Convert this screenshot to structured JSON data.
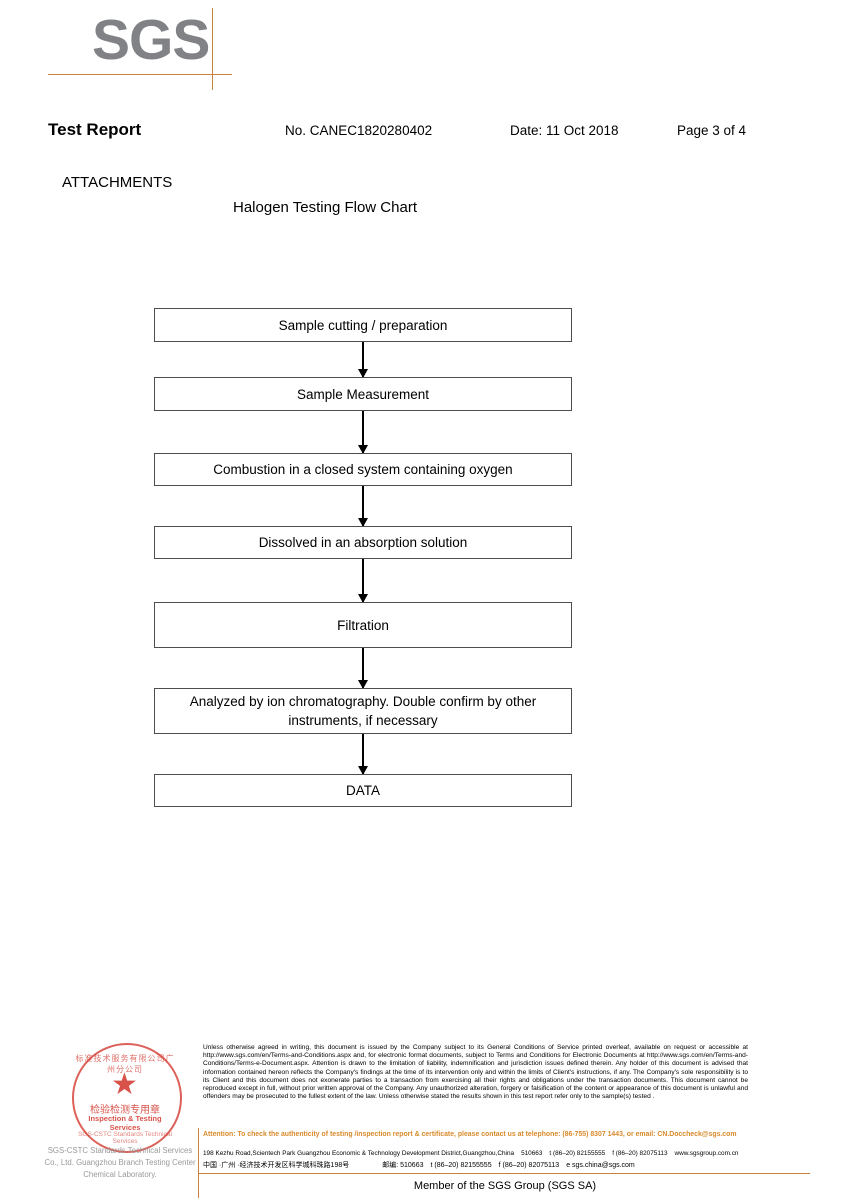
{
  "logo": {
    "text": "SGS"
  },
  "header": {
    "title": "Test Report",
    "report_no": "No. CANEC1820280402",
    "date": "Date: 11 Oct 2018",
    "page": "Page 3 of 4"
  },
  "section": {
    "attachments_label": "ATTACHMENTS",
    "flow_title": "Halogen Testing Flow Chart"
  },
  "flowchart": {
    "steps": [
      {
        "label": "Sample cutting / preparation"
      },
      {
        "label": "Sample Measurement"
      },
      {
        "label": "Combustion in a closed system containing oxygen"
      },
      {
        "label": "Dissolved in an absorption solution"
      },
      {
        "label": "Filtration"
      },
      {
        "label": "Analyzed by ion chromatography. Double confirm by other instruments, if necessary"
      },
      {
        "label": "DATA"
      }
    ]
  },
  "seal": {
    "arc_top": "标准技术服务有限公司广州分公司",
    "star": "★",
    "cn_text": "检验检测专用章",
    "en_text": "Inspection & Testing Services",
    "arc_bottom": "SGS-CSTC Standards Technical Services",
    "lab_name": "SGS-CSTC Standards Technical Services Co., Ltd. Guangzhou Branch Testing Center Chemical Laboratory.",
    "color": "#d2342a"
  },
  "footer": {
    "disclaimer": "Unless otherwise agreed in writing, this document is issued by the Company subject to its General Conditions of Service printed overleaf, available on request or accessible at http://www.sgs.com/en/Terms-and-Conditions.aspx and, for electronic format documents, subject to Terms and Conditions for Electronic Documents at http://www.sgs.com/en/Terms-and-Conditions/Terms-e-Document.aspx. Attention is drawn to the limitation of liability, indemnification and jurisdiction issues defined therein. Any holder of this document is advised that information contained hereon reflects the Company's findings at the time of its intervention only and within the limits of Client's instructions, if any. The Company's sole responsibility is to its Client and this document does not exonerate parties to a transaction from exercising all their rights and obligations under the transaction documents. This document cannot be reproduced except in full, without prior written approval of the Company. Any unauthorized alteration, forgery or falsification of the content or appearance of this document is unlawful and offenders may be prosecuted to the fullest extent of the law. Unless otherwise stated the results shown in this test report refer only to the sample(s) tested .",
    "attention": "Attention: To check the authenticity of testing /inspection report & certificate, please contact us at telephone: (86-755) 8307 1443, or email: CN.Doccheck@sgs.com",
    "attention_color": "#d98a2b",
    "address_en": "198 Kezhu Road,Scientech Park Guangzhou Economic & Technology Development District,Guangzhou,China",
    "postcode_en": "510663",
    "tel_en": "t (86–20) 82155555",
    "fax_en": "f (86–20) 82075113",
    "web_en": "www.sgsgroup.com.cn",
    "address_cn": "中国 ·广州 ·经济技术开发区科学城科珠路198号",
    "postcode_cn": "邮编: 510663",
    "tel_cn": "t (86–20) 82155555",
    "fax_cn": "f (86–20) 82075113",
    "email_cn": "e sgs.china@sgs.com",
    "member": "Member of the SGS Group (SGS SA)",
    "divider_color": "#c8823c"
  }
}
